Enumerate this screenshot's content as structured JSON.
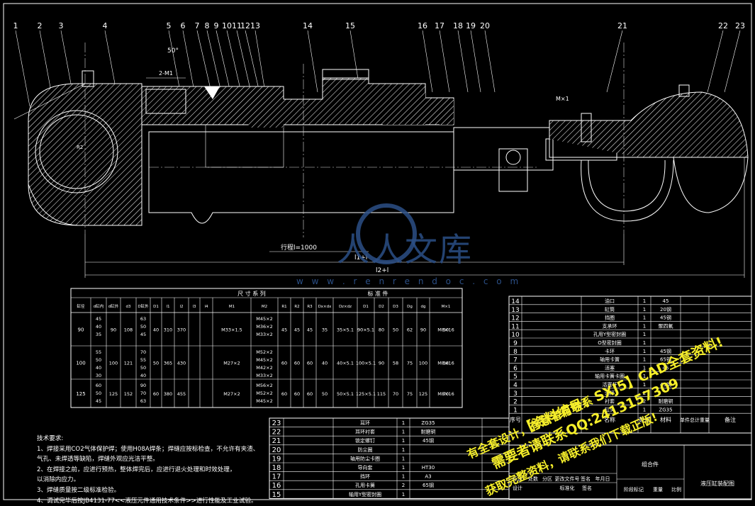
{
  "balloons": [
    "1",
    "2",
    "3",
    "4",
    "5",
    "6",
    "7",
    "8",
    "9",
    "10",
    "11",
    "12",
    "13",
    "14",
    "15",
    "16",
    "17",
    "18",
    "19",
    "20",
    "21",
    "22",
    "23"
  ],
  "drawing": {
    "angle_label": "50°",
    "thread_label": "2-M1",
    "mx_label": "M×1",
    "stroke_label": "行程l=1000",
    "dim_l1": "l1+l",
    "dim_l2": "l2+l"
  },
  "spec_table": {
    "title": "尺 寸 系 列",
    "std_title": "标 准 件",
    "headers": [
      "缸径",
      "d缸内",
      "d缸外",
      "d3",
      "D缸外",
      "D1",
      "l1",
      "l2",
      "l3",
      "l4",
      "M1",
      "M2",
      "R1",
      "R2",
      "R3",
      "Dx×dx",
      "Dz×dz",
      "D1",
      "D2",
      "D3",
      "Dg",
      "dg",
      "M×1"
    ],
    "rows": [
      {
        "bore": "90",
        "a": [
          "45",
          "40",
          "35"
        ],
        "b": "90",
        "c": "108",
        "d": [
          "63",
          "50",
          "45"
        ],
        "e": "40",
        "f": "310",
        "g": "370",
        "m1": "M33×1.5",
        "m2": [
          "M45×2",
          "M36×2",
          "M33×2"
        ],
        "r": [
          "45",
          "45",
          "45"
        ],
        "s1": "35",
        "s2": "35×5.1",
        "s3": "90×5.1",
        "s4": "80",
        "s5": "50",
        "s6": "62",
        "s7": "90",
        "s8": "50",
        "s9": "M8×16"
      },
      {
        "bore": "100",
        "a": [
          "55",
          "50",
          "40",
          "30"
        ],
        "b": "100",
        "c": "121",
        "d": [
          "70",
          "55",
          "50",
          "40"
        ],
        "e": "50",
        "f": "365",
        "g": "430",
        "m1": "M27×2",
        "m2": [
          "M52×2",
          "M45×2",
          "M42×2",
          "M33×2"
        ],
        "r": [
          "60",
          "60",
          "60"
        ],
        "s1": "40",
        "s2": "40×5.1",
        "s3": "100×5.1",
        "s4": "90",
        "s5": "58",
        "s6": "75",
        "s7": "100",
        "s8": "58",
        "s9": "M8×16"
      },
      {
        "bore": "125",
        "a": [
          "60",
          "50",
          "45"
        ],
        "b": "125",
        "c": "152",
        "d": [
          "90",
          "70",
          "63"
        ],
        "e": "60",
        "f": "380",
        "g": "455",
        "m1": "M27×2",
        "m2": [
          "M56×2",
          "M52×2",
          "M45×2"
        ],
        "r": [
          "60",
          "60",
          "60"
        ],
        "s1": "50",
        "s2": "50×5.1",
        "s3": "125×5.1",
        "s4": "115",
        "s5": "70",
        "s6": "75",
        "s7": "125",
        "s8": "70",
        "s9": "M8×16"
      }
    ]
  },
  "notes": [
    "技术要求:",
    "1、焊接采用CO2气体保护焊；使用H08A焊条；焊缝应按标检查，不允许有夹渣、",
    "   气孔、未焊透等缺陷，焊缝外观应光洁平整。",
    "2、在焊接之前，应进行预热，整体焊完后，应进行退火处理和时效处理，",
    "   以消除内应力。",
    "3、焊缝质量按二级标准检验。",
    "4、调试完毕后按JB4131-77<<液压元件通用技术条件>>进行性能及工业试验。"
  ],
  "bom_right": [
    {
      "no": "14",
      "name": "油口",
      "qty": "1",
      "mat": "45"
    },
    {
      "no": "13",
      "name": "缸筒",
      "qty": "1",
      "mat": "20钢"
    },
    {
      "no": "12",
      "name": "挡圈",
      "qty": "1",
      "mat": "45钢"
    },
    {
      "no": "11",
      "name": "支承环",
      "qty": "1",
      "mat": "聚四氟"
    },
    {
      "no": "10",
      "name": "孔用Y型密封圈",
      "qty": "1",
      "mat": ""
    },
    {
      "no": "9",
      "name": "O型密封圈",
      "qty": "1",
      "mat": ""
    },
    {
      "no": "8",
      "name": "卡环",
      "qty": "1",
      "mat": "45钢"
    },
    {
      "no": "7",
      "name": "轴用卡簧",
      "qty": "1",
      "mat": "65钢"
    },
    {
      "no": "6",
      "name": "活塞",
      "qty": "1",
      "mat": "45"
    },
    {
      "no": "5",
      "name": "轴用卡簧卡圈",
      "qty": "1",
      "mat": ""
    },
    {
      "no": "4",
      "name": "活塞杆",
      "qty": "1",
      "mat": "45钢"
    },
    {
      "no": "3",
      "name": "油杯",
      "qty": "2",
      "mat": ""
    },
    {
      "no": "2",
      "name": "衬套",
      "qty": "2",
      "mat": "耐磨铜"
    },
    {
      "no": "1",
      "name": "缸头",
      "qty": "1",
      "mat": "ZG35"
    }
  ],
  "bom_right_header": {
    "no": "序号",
    "name": "名称",
    "qty": "数量",
    "mat": "材料",
    "wt": "单件总计重量",
    "rem": "备注"
  },
  "bom_left": [
    {
      "no": "23",
      "name": "耳环",
      "qty": "1",
      "mat": "ZG35"
    },
    {
      "no": "22",
      "name": "耳环衬套",
      "qty": "1",
      "mat": "耐磨铜"
    },
    {
      "no": "21",
      "name": "锁定螺钉",
      "qty": "1",
      "mat": "45钢"
    },
    {
      "no": "20",
      "name": "防尘圈",
      "qty": "1",
      "mat": ""
    },
    {
      "no": "19",
      "name": "轴用防尘卡圈",
      "qty": "1",
      "mat": ""
    },
    {
      "no": "18",
      "name": "导向套",
      "qty": "1",
      "mat": "HT30"
    },
    {
      "no": "17",
      "name": "挡环",
      "qty": "1",
      "mat": "A3"
    },
    {
      "no": "16",
      "name": "孔用卡簧",
      "qty": "2",
      "mat": "65钢"
    },
    {
      "no": "15",
      "name": "轴用Y型密封圈",
      "qty": "1",
      "mat": ""
    }
  ],
  "title_block": {
    "part_title": "组合件",
    "drawing_name": "液压缸装配图",
    "rev_row": [
      "标记",
      "处数",
      "分区",
      "更改文件号",
      "签名",
      "年月日"
    ],
    "sign_row": [
      "设计",
      "",
      "标准化",
      "签名"
    ],
    "stage_row": [
      "阶段标记",
      "重量",
      "比例"
    ]
  },
  "watermark": {
    "text": "人人文库",
    "url": "w w w . r e n r e n d o c . c o m"
  },
  "promo_lines": [
    "【资料编号：SXJ5】CAD全套资料!",
    "需要者请联系QQ:2413157309",
    "获取完整资料，请联系我们下载正版!",
    "有全套设计，有意者可联系"
  ]
}
